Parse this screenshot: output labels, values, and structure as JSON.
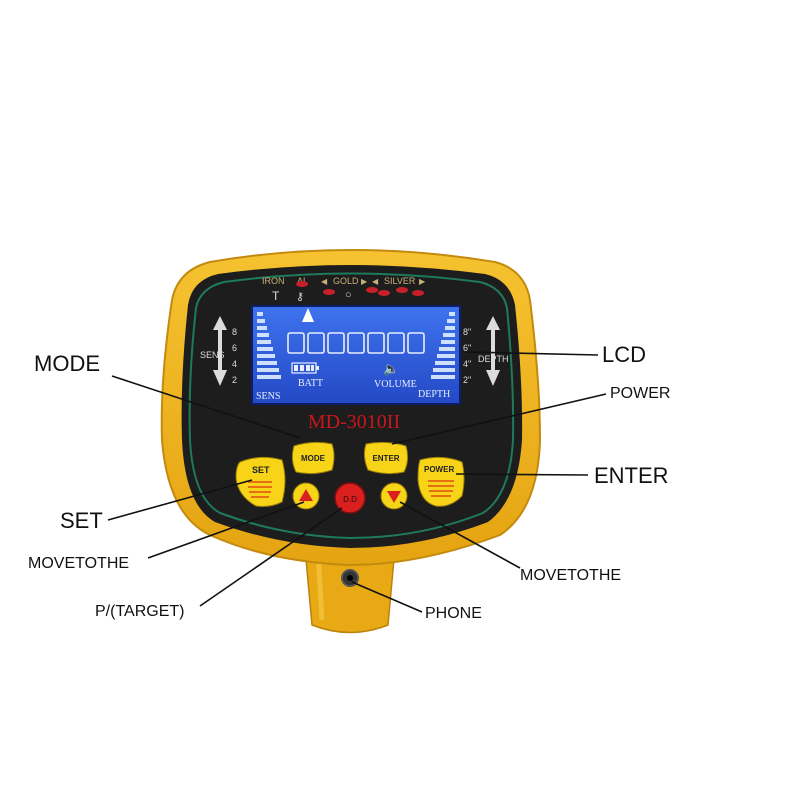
{
  "device": {
    "model": "MD-3010II",
    "target_categories": [
      "IRON",
      "AL",
      "GOLD",
      "SILVER"
    ],
    "sens_label": "SENS",
    "sens_scale": [
      "8",
      "6",
      "4",
      "2"
    ],
    "depth_label": "DEPTH",
    "depth_scale": [
      "8\"",
      "6\"",
      "4\"",
      "2\""
    ],
    "lcd": {
      "bottom_left": "SENS",
      "batt": "BATT",
      "volume": "VOLUME",
      "depth": "DEPTH"
    },
    "buttons": {
      "set": "SET",
      "mode": "MODE",
      "enter": "ENTER",
      "power": "POWER",
      "pinpoint": "D.D"
    },
    "colors": {
      "body": "#f2b51c",
      "panel": "#1a1a1a",
      "inner_line": "#1f7a5a",
      "lcd": "#2e5fd8",
      "button_yellow": "#f7d417",
      "button_red": "#d9201f",
      "model_text": "#c8161d"
    }
  },
  "callouts": {
    "mode": "MODE",
    "lcd": "LCD",
    "power": "POWER",
    "enter": "ENTER",
    "set": "SET",
    "move_left": "MOVETOTHE",
    "move_right": "MOVETOTHE",
    "target": "P/(TARGET)",
    "phone": "PHONE"
  }
}
